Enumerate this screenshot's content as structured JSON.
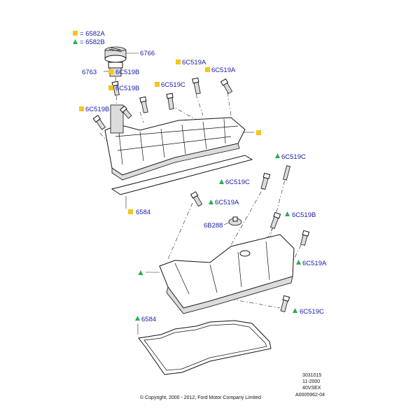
{
  "legend": [
    {
      "marker": "square",
      "color": "#f5c518",
      "text": "= 6582A"
    },
    {
      "marker": "triangle",
      "color": "#22b14c",
      "text": "= 6582B"
    }
  ],
  "labels": {
    "cap": "6766",
    "filler_neck": "6763",
    "plug_b_cap": "6C519B",
    "plug_c_top": "6C519C",
    "plug_a_top_left": "6C519A",
    "plug_a_top_right": "6C519A",
    "plug_b_mid": "6C519B",
    "plug_b_left": "6C519B",
    "gasket_top": "6584",
    "plug_c_right_top": "6C519C",
    "plug_c_mid": "6C519C",
    "plug_a_mid": "6C519A",
    "breather": "6B288",
    "plug_b_right": "6C519B",
    "plug_a_right": "6C519A",
    "plug_c_bottom": "6C519C",
    "gasket_bottom": "6584"
  },
  "doc_info": [
    "3031015",
    "11-2000",
    "40VSEX",
    "A0005962-04"
  ],
  "copyright": "© Copyright, 2000 - 2012, Ford Motor Company Limited",
  "colors": {
    "square_marker": "#f5c518",
    "triangle_marker": "#22b14c",
    "label_text": "#1a1aa6"
  }
}
